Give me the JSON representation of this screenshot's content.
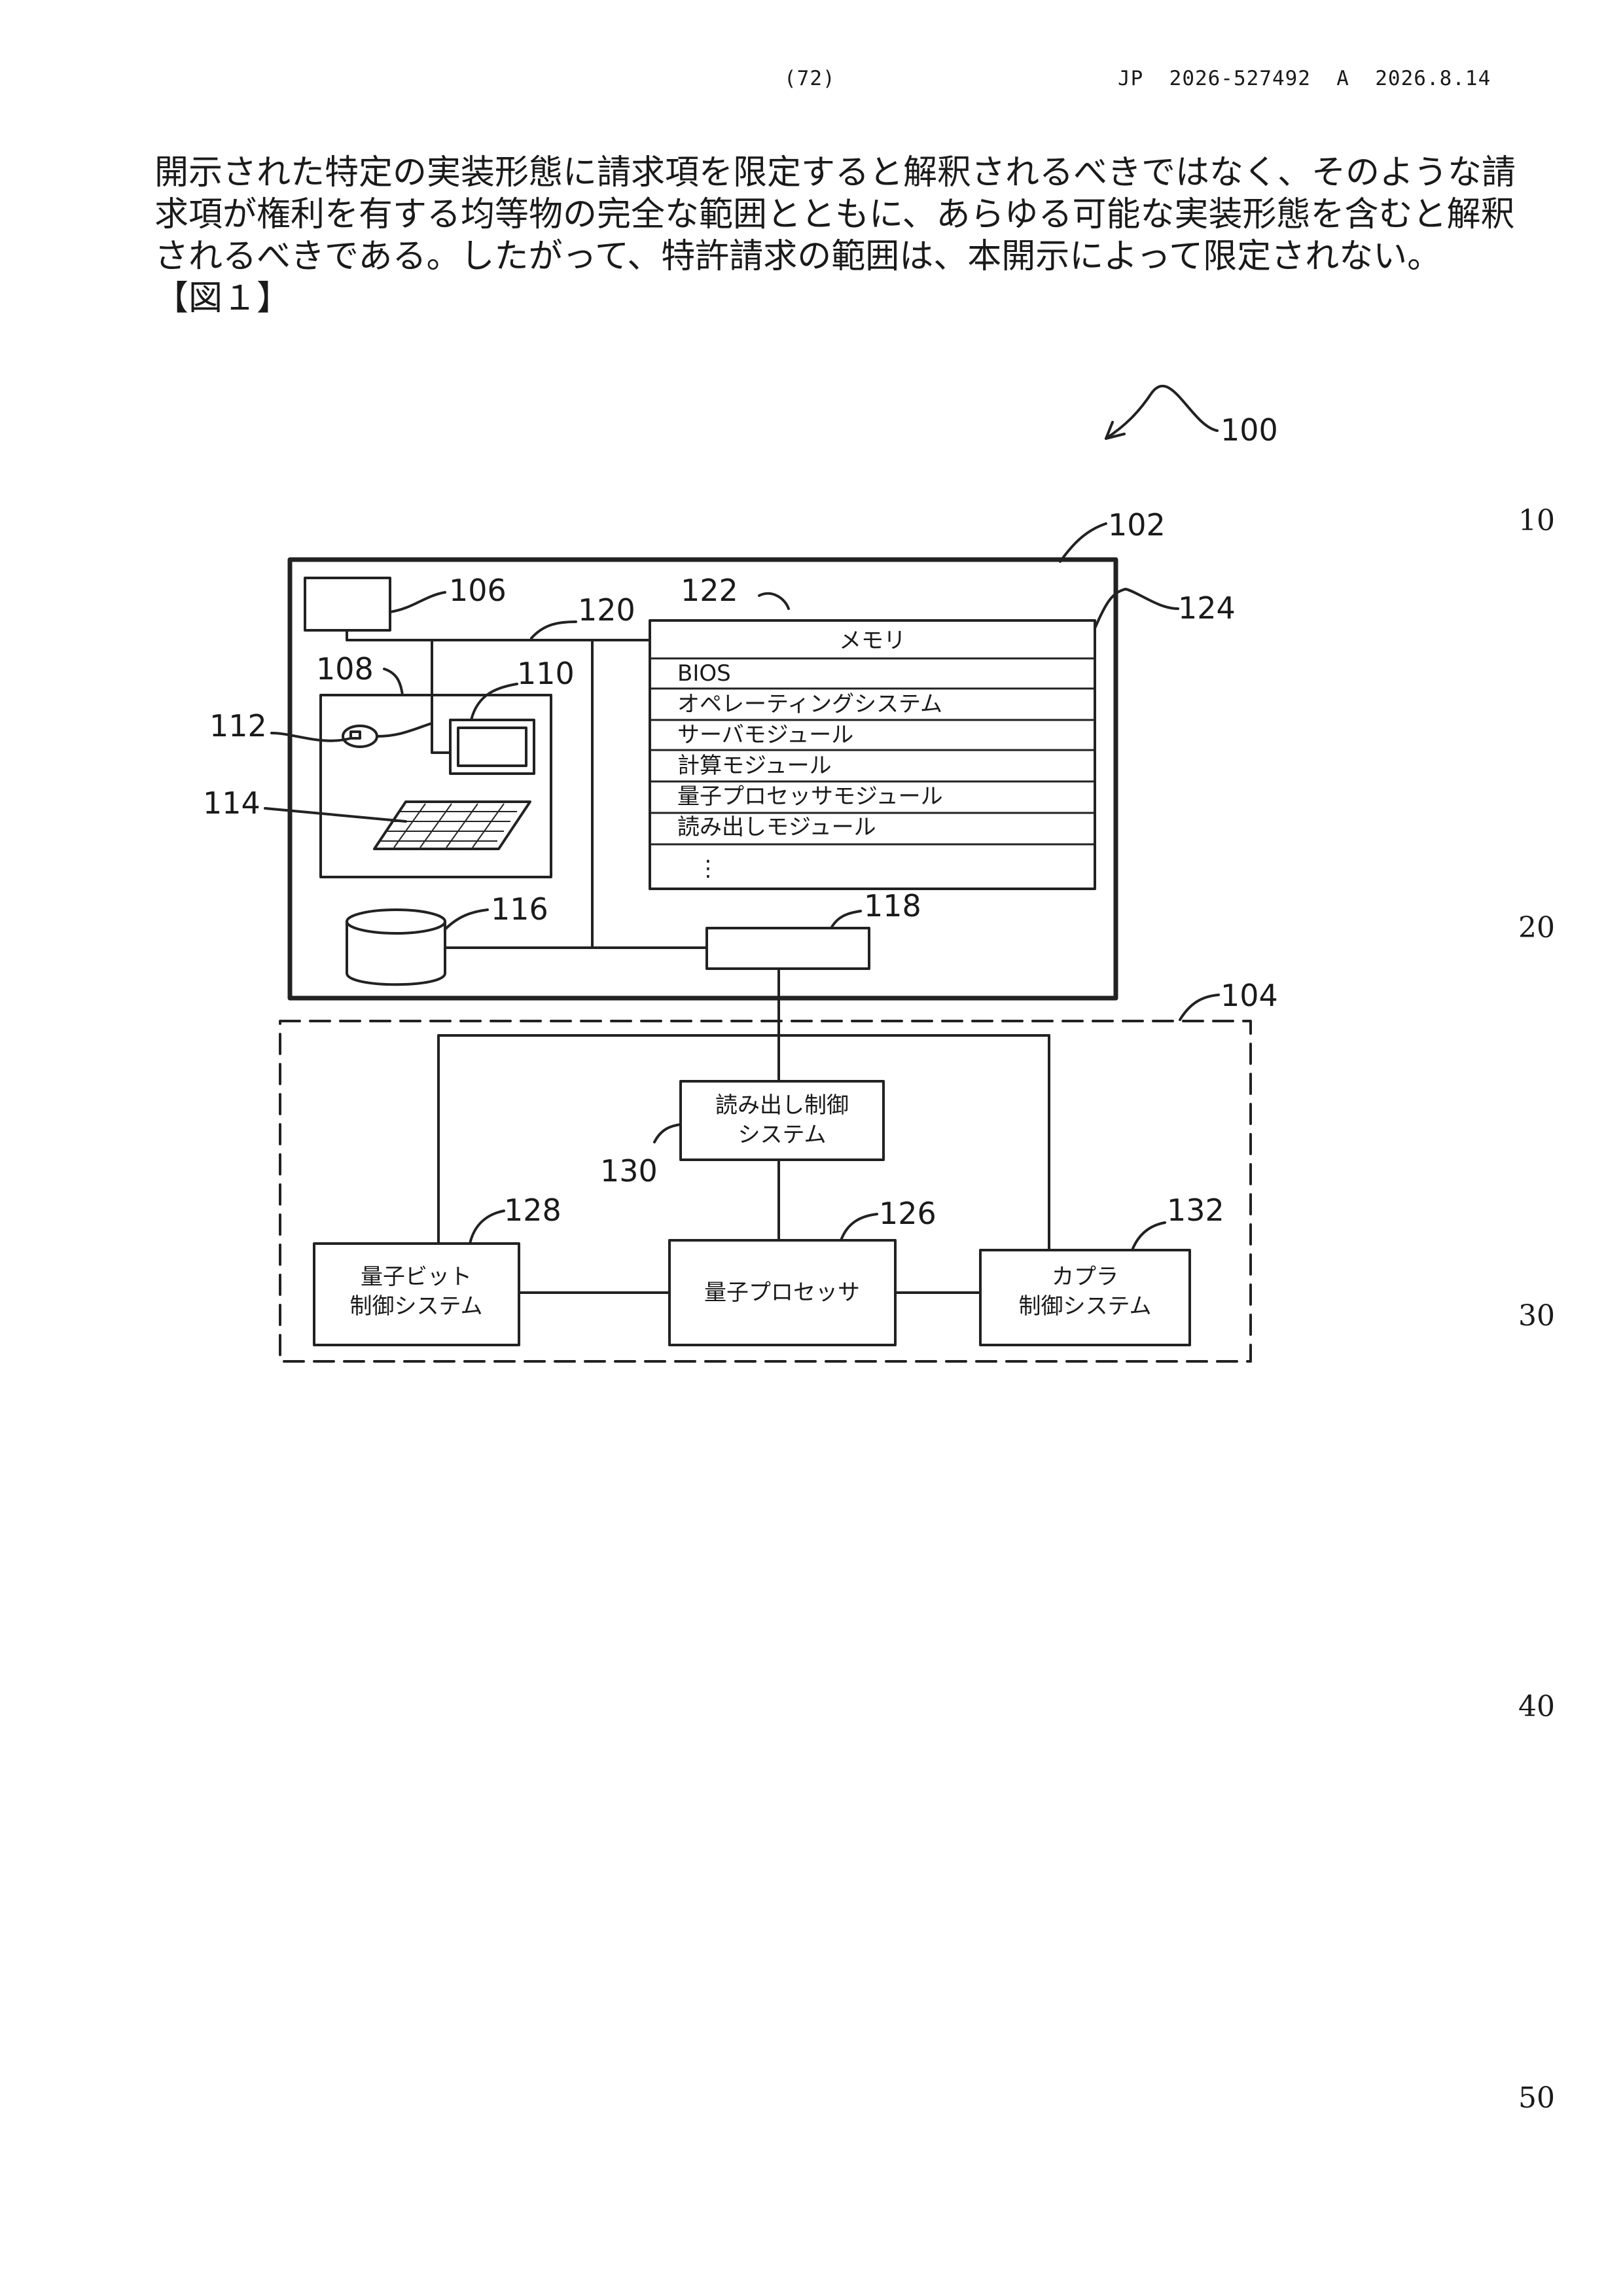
{
  "header": {
    "page_number": "(72)",
    "publication_id": "JP  2026-527492  A  2026.8.14"
  },
  "body_lines": [
    "開示された特定の実装形態に請求項を限定すると解釈されるべきではなく、そのような請",
    "求項が権利を有する均等物の完全な範囲とともに、あらゆる可能な実装形態を含むと解釈",
    "されるべきである。したがって、特許請求の範囲は、本開示によって限定されない。",
    "【図１】"
  ],
  "line_numbers": [
    "10",
    "20",
    "30",
    "40",
    "50"
  ],
  "figure": {
    "refs": {
      "system": "100",
      "classical_computer": "102",
      "quantum_computer": "104",
      "display_top": "106",
      "workstation": "108",
      "monitor": "110",
      "mouse": "112",
      "keyboard": "114",
      "storage": "116",
      "interface": "118",
      "bus": "120",
      "memory": "122",
      "memory_unit": "124",
      "quantum_processor": "126",
      "qubit_control": "128",
      "readout_control": "130",
      "coupler_control": "132"
    },
    "memory_title": "メモリ",
    "memory_items": [
      "BIOS",
      "オペレーティングシステム",
      "サーバモジュール",
      "計算モジュール",
      "量子プロセッサモジュール",
      "読み出しモジュール"
    ],
    "memory_ellipsis": "⋮",
    "readout_box": [
      "読み出し制御",
      "システム"
    ],
    "qubit_box": [
      "量子ビット",
      "制御システム"
    ],
    "processor_box": "量子プロセッサ",
    "coupler_box": [
      "カプラ",
      "制御システム"
    ]
  }
}
